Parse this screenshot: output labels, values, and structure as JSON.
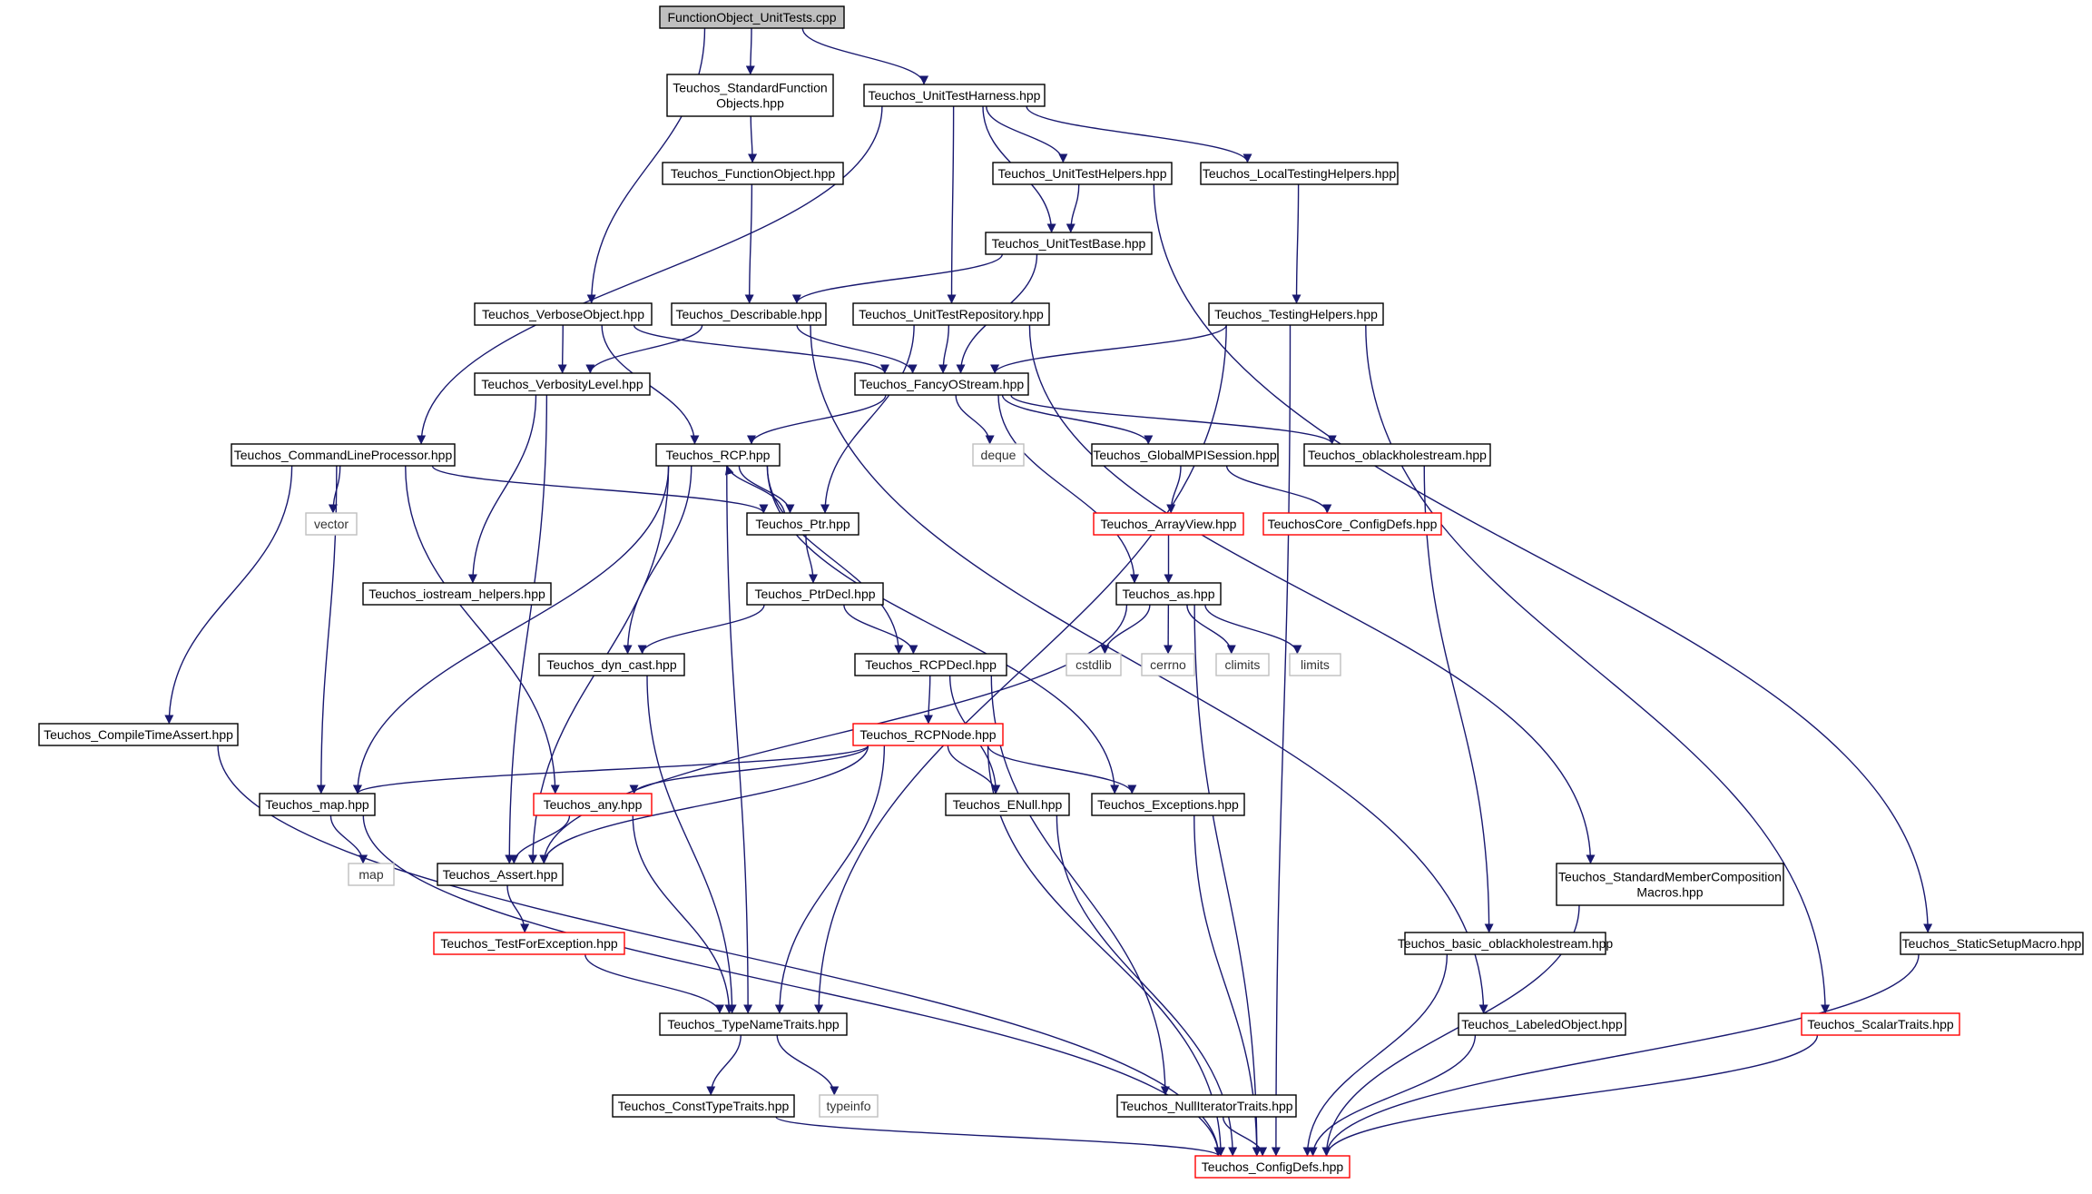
{
  "diagram": {
    "colors": {
      "edge": "#191970",
      "node_border": "#000000",
      "root_fill": "#bfbfbf",
      "node_fill": "#ffffff",
      "truncated_border": "#ff0000",
      "external_border": "#bfbfbf"
    },
    "nodes": [
      {
        "id": "root",
        "lines": [
          "FunctionObject_UnitTests.cpp"
        ],
        "style": "root"
      },
      {
        "id": "stdfunc",
        "lines": [
          "Teuchos_StandardFunction",
          "Objects.hpp"
        ],
        "style": "normal"
      },
      {
        "id": "harness",
        "lines": [
          "Teuchos_UnitTestHarness.hpp"
        ],
        "style": "normal"
      },
      {
        "id": "funcobj",
        "lines": [
          "Teuchos_FunctionObject.hpp"
        ],
        "style": "normal"
      },
      {
        "id": "uthelpers",
        "lines": [
          "Teuchos_UnitTestHelpers.hpp"
        ],
        "style": "normal"
      },
      {
        "id": "localtesting",
        "lines": [
          "Teuchos_LocalTestingHelpers.hpp"
        ],
        "style": "normal"
      },
      {
        "id": "utbase",
        "lines": [
          "Teuchos_UnitTestBase.hpp"
        ],
        "style": "normal"
      },
      {
        "id": "verboseobj",
        "lines": [
          "Teuchos_VerboseObject.hpp"
        ],
        "style": "normal"
      },
      {
        "id": "describable",
        "lines": [
          "Teuchos_Describable.hpp"
        ],
        "style": "normal"
      },
      {
        "id": "utrepo",
        "lines": [
          "Teuchos_UnitTestRepository.hpp"
        ],
        "style": "normal"
      },
      {
        "id": "testinghelpers",
        "lines": [
          "Teuchos_TestingHelpers.hpp"
        ],
        "style": "normal"
      },
      {
        "id": "verbositylevel",
        "lines": [
          "Teuchos_VerbosityLevel.hpp"
        ],
        "style": "normal"
      },
      {
        "id": "fancyostream",
        "lines": [
          "Teuchos_FancyOStream.hpp"
        ],
        "style": "normal"
      },
      {
        "id": "cmdline",
        "lines": [
          "Teuchos_CommandLineProcessor.hpp"
        ],
        "style": "normal"
      },
      {
        "id": "rcp",
        "lines": [
          "Teuchos_RCP.hpp"
        ],
        "style": "normal"
      },
      {
        "id": "deque",
        "lines": [
          "deque"
        ],
        "style": "external"
      },
      {
        "id": "globalmpi",
        "lines": [
          "Teuchos_GlobalMPISession.hpp"
        ],
        "style": "normal"
      },
      {
        "id": "oblackhole",
        "lines": [
          "Teuchos_oblackholestream.hpp"
        ],
        "style": "normal"
      },
      {
        "id": "vector",
        "lines": [
          "vector"
        ],
        "style": "external"
      },
      {
        "id": "ptr",
        "lines": [
          "Teuchos_Ptr.hpp"
        ],
        "style": "normal"
      },
      {
        "id": "arrayview",
        "lines": [
          "Teuchos_ArrayView.hpp"
        ],
        "style": "truncated"
      },
      {
        "id": "coreconfig",
        "lines": [
          "TeuchosCore_ConfigDefs.hpp"
        ],
        "style": "truncated"
      },
      {
        "id": "iostreamhelpers",
        "lines": [
          "Teuchos_iostream_helpers.hpp"
        ],
        "style": "normal"
      },
      {
        "id": "ptrdecl",
        "lines": [
          "Teuchos_PtrDecl.hpp"
        ],
        "style": "normal"
      },
      {
        "id": "as",
        "lines": [
          "Teuchos_as.hpp"
        ],
        "style": "normal"
      },
      {
        "id": "dyncast",
        "lines": [
          "Teuchos_dyn_cast.hpp"
        ],
        "style": "normal"
      },
      {
        "id": "rcpdecl",
        "lines": [
          "Teuchos_RCPDecl.hpp"
        ],
        "style": "normal"
      },
      {
        "id": "cstdlib",
        "lines": [
          "cstdlib"
        ],
        "style": "external"
      },
      {
        "id": "cerrno",
        "lines": [
          "cerrno"
        ],
        "style": "external"
      },
      {
        "id": "climits",
        "lines": [
          "climits"
        ],
        "style": "external"
      },
      {
        "id": "limits",
        "lines": [
          "limits"
        ],
        "style": "external"
      },
      {
        "id": "compiletime",
        "lines": [
          "Teuchos_CompileTimeAssert.hpp"
        ],
        "style": "normal"
      },
      {
        "id": "rcpnode",
        "lines": [
          "Teuchos_RCPNode.hpp"
        ],
        "style": "truncated"
      },
      {
        "id": "map",
        "lines": [
          "Teuchos_map.hpp"
        ],
        "style": "normal"
      },
      {
        "id": "any",
        "lines": [
          "Teuchos_any.hpp"
        ],
        "style": "truncated"
      },
      {
        "id": "enull",
        "lines": [
          "Teuchos_ENull.hpp"
        ],
        "style": "normal"
      },
      {
        "id": "exceptions",
        "lines": [
          "Teuchos_Exceptions.hpp"
        ],
        "style": "normal"
      },
      {
        "id": "stdmap",
        "lines": [
          "map"
        ],
        "style": "external"
      },
      {
        "id": "assert",
        "lines": [
          "Teuchos_Assert.hpp"
        ],
        "style": "normal"
      },
      {
        "id": "stdmembercomp",
        "lines": [
          "Teuchos_StandardMemberComposition",
          "Macros.hpp"
        ],
        "style": "normal"
      },
      {
        "id": "testforexc",
        "lines": [
          "Teuchos_TestForException.hpp"
        ],
        "style": "truncated"
      },
      {
        "id": "basicoblack",
        "lines": [
          "Teuchos_basic_oblackholestream.hpp"
        ],
        "style": "normal"
      },
      {
        "id": "staticsetup",
        "lines": [
          "Teuchos_StaticSetupMacro.hpp"
        ],
        "style": "normal"
      },
      {
        "id": "typenametraits",
        "lines": [
          "Teuchos_TypeNameTraits.hpp"
        ],
        "style": "normal"
      },
      {
        "id": "labeledobject",
        "lines": [
          "Teuchos_LabeledObject.hpp"
        ],
        "style": "normal"
      },
      {
        "id": "scalartraits",
        "lines": [
          "Teuchos_ScalarTraits.hpp"
        ],
        "style": "truncated"
      },
      {
        "id": "consttypetraits",
        "lines": [
          "Teuchos_ConstTypeTraits.hpp"
        ],
        "style": "normal"
      },
      {
        "id": "typeinfo",
        "lines": [
          "typeinfo"
        ],
        "style": "external"
      },
      {
        "id": "nulliter",
        "lines": [
          "Teuchos_NullIteratorTraits.hpp"
        ],
        "style": "normal"
      },
      {
        "id": "configdefs",
        "lines": [
          "Teuchos_ConfigDefs.hpp"
        ],
        "style": "truncated"
      }
    ],
    "edges": [
      [
        "root",
        "stdfunc"
      ],
      [
        "root",
        "harness"
      ],
      [
        "root",
        "verboseobj"
      ],
      [
        "stdfunc",
        "funcobj"
      ],
      [
        "funcobj",
        "describable"
      ],
      [
        "harness",
        "uthelpers"
      ],
      [
        "harness",
        "localtesting"
      ],
      [
        "harness",
        "utbase"
      ],
      [
        "harness",
        "utrepo"
      ],
      [
        "harness",
        "cmdline"
      ],
      [
        "uthelpers",
        "utbase"
      ],
      [
        "uthelpers",
        "staticsetup"
      ],
      [
        "localtesting",
        "testinghelpers"
      ],
      [
        "utbase",
        "describable"
      ],
      [
        "utbase",
        "fancyostream"
      ],
      [
        "verboseobj",
        "verbositylevel"
      ],
      [
        "verboseobj",
        "fancyostream"
      ],
      [
        "verboseobj",
        "rcp"
      ],
      [
        "describable",
        "verbositylevel"
      ],
      [
        "describable",
        "fancyostream"
      ],
      [
        "describable",
        "labeledobject"
      ],
      [
        "utrepo",
        "fancyostream"
      ],
      [
        "utrepo",
        "ptr"
      ],
      [
        "utrepo",
        "stdmembercomp"
      ],
      [
        "testinghelpers",
        "fancyostream"
      ],
      [
        "testinghelpers",
        "typenametraits"
      ],
      [
        "testinghelpers",
        "scalartraits"
      ],
      [
        "testinghelpers",
        "configdefs"
      ],
      [
        "verbositylevel",
        "iostreamhelpers"
      ],
      [
        "verbositylevel",
        "assert"
      ],
      [
        "fancyostream",
        "rcp"
      ],
      [
        "fancyostream",
        "deque"
      ],
      [
        "fancyostream",
        "globalmpi"
      ],
      [
        "fancyostream",
        "oblackhole"
      ],
      [
        "fancyostream",
        "as"
      ],
      [
        "cmdline",
        "vector"
      ],
      [
        "cmdline",
        "ptr"
      ],
      [
        "cmdline",
        "map"
      ],
      [
        "cmdline",
        "any"
      ],
      [
        "cmdline",
        "compiletime"
      ],
      [
        "rcp",
        "ptr"
      ],
      [
        "rcp",
        "dyncast"
      ],
      [
        "rcp",
        "rcpdecl"
      ],
      [
        "rcp",
        "map"
      ],
      [
        "rcp",
        "assert"
      ],
      [
        "rcp",
        "typenametraits"
      ],
      [
        "rcp",
        "exceptions"
      ],
      [
        "ptr",
        "rcp"
      ],
      [
        "ptr",
        "ptrdecl"
      ],
      [
        "globalmpi",
        "arrayview"
      ],
      [
        "globalmpi",
        "coreconfig"
      ],
      [
        "oblackhole",
        "basicoblack"
      ],
      [
        "arrayview",
        "as"
      ],
      [
        "ptrdecl",
        "dyncast"
      ],
      [
        "ptrdecl",
        "rcpdecl"
      ],
      [
        "as",
        "cstdlib"
      ],
      [
        "as",
        "cerrno"
      ],
      [
        "as",
        "climits"
      ],
      [
        "as",
        "limits"
      ],
      [
        "as",
        "assert"
      ],
      [
        "as",
        "configdefs"
      ],
      [
        "dyncast",
        "typenametraits"
      ],
      [
        "rcpdecl",
        "rcpnode"
      ],
      [
        "rcpdecl",
        "enull"
      ],
      [
        "rcpdecl",
        "nulliter"
      ],
      [
        "rcpnode",
        "map"
      ],
      [
        "rcpnode",
        "any"
      ],
      [
        "rcpnode",
        "enull"
      ],
      [
        "rcpnode",
        "exceptions"
      ],
      [
        "rcpnode",
        "assert"
      ],
      [
        "rcpnode",
        "typenametraits"
      ],
      [
        "rcpnode",
        "configdefs"
      ],
      [
        "compiletime",
        "configdefs"
      ],
      [
        "map",
        "stdmap"
      ],
      [
        "map",
        "configdefs"
      ],
      [
        "any",
        "assert"
      ],
      [
        "any",
        "typenametraits"
      ],
      [
        "enull",
        "configdefs"
      ],
      [
        "exceptions",
        "configdefs"
      ],
      [
        "assert",
        "testforexc"
      ],
      [
        "testforexc",
        "typenametraits"
      ],
      [
        "stdmembercomp",
        "configdefs"
      ],
      [
        "basicoblack",
        "configdefs"
      ],
      [
        "labeledobject",
        "configdefs"
      ],
      [
        "staticsetup",
        "configdefs"
      ],
      [
        "scalartraits",
        "configdefs"
      ],
      [
        "typenametraits",
        "consttypetraits"
      ],
      [
        "typenametraits",
        "typeinfo"
      ],
      [
        "consttypetraits",
        "configdefs"
      ],
      [
        "nulliter",
        "configdefs"
      ]
    ]
  }
}
